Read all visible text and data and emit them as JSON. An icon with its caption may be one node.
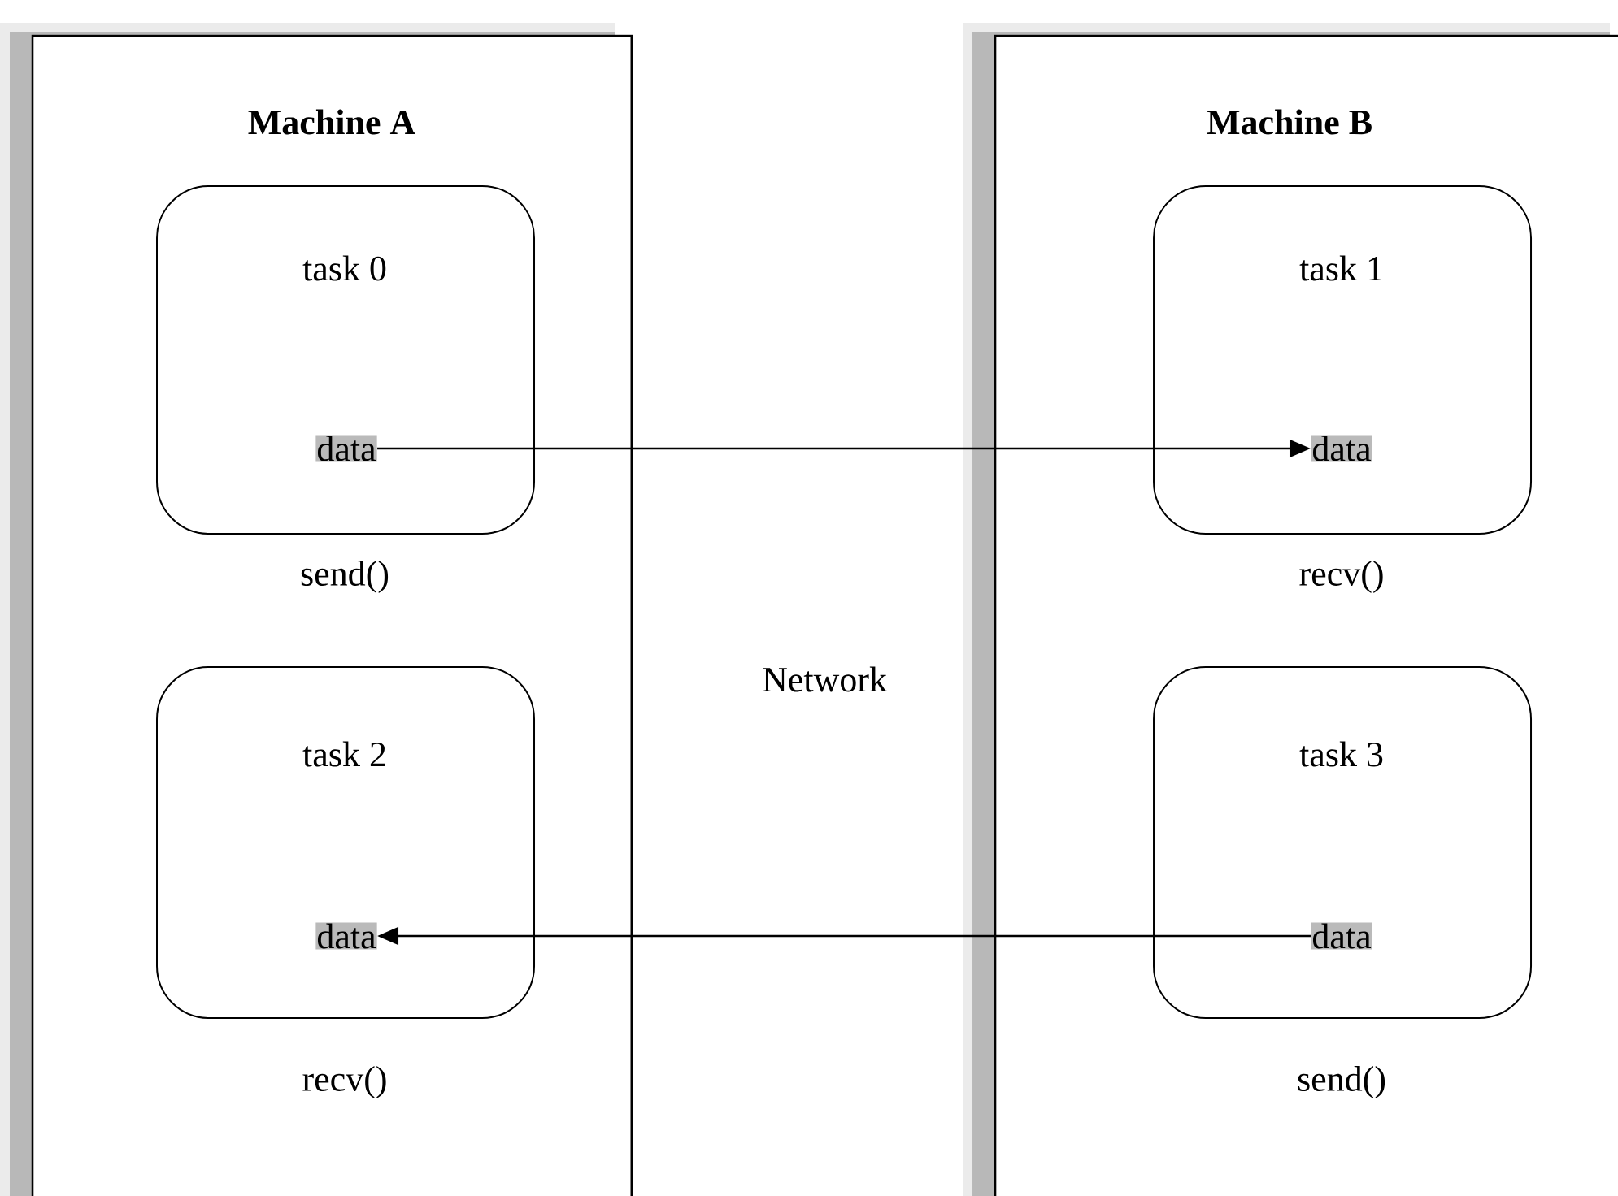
{
  "diagram": {
    "nodes": [
      {
        "text": [
          "Machine A"
        ]
      },
      {
        "text": [
          "task 0"
        ],
        "in": 0,
        "beside": [
          "send()"
        ]
      },
      {
        "text": [
          "data"
        ],
        "in": 1
      },
      {
        "text": [
          "task 2"
        ],
        "in": 0,
        "beside": [
          "recv()"
        ]
      },
      {
        "text": [
          "data"
        ],
        "in": 3
      },
      {
        "text": [
          "Machine B"
        ]
      },
      {
        "text": [
          "task 1"
        ],
        "in": 5,
        "beside": [
          "recv()"
        ]
      },
      {
        "text": [
          "data"
        ],
        "in": 6
      },
      {
        "text": [
          "task 3"
        ],
        "in": 5,
        "beside": [
          "send()"
        ]
      },
      {
        "text": [
          "data"
        ],
        "in": 8
      }
    ],
    "edges": [
      {
        "from": 2,
        "to": 7,
        "arrow": "to"
      },
      {
        "from": 9,
        "to": 4,
        "arrow": "to"
      }
    ],
    "labels": [
      "Network"
    ]
  }
}
